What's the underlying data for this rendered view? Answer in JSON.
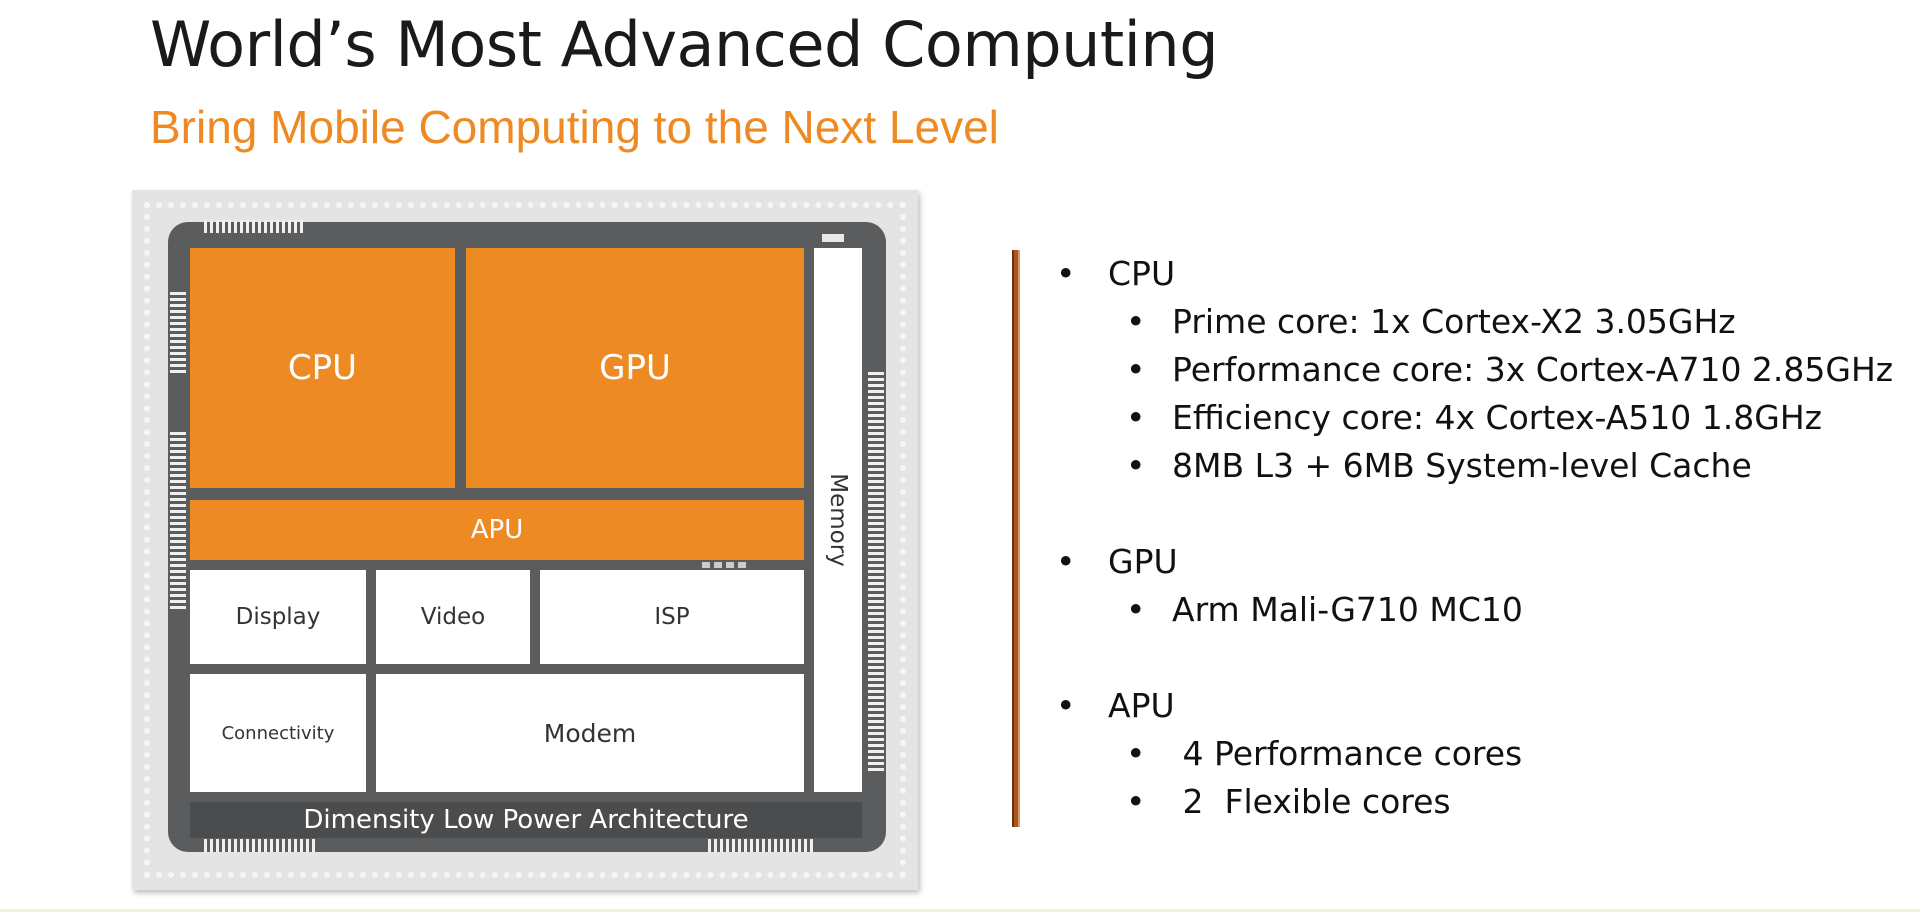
{
  "slide": {
    "title": "World’s Most Advanced Computing",
    "subtitle": "Bring Mobile Computing to the Next Level"
  },
  "diagram": {
    "blocks": {
      "cpu": "CPU",
      "gpu": "GPU",
      "apu": "APU",
      "display": "Display",
      "video": "Video",
      "isp": "ISP",
      "connectivity": "Connectivity",
      "modem": "Modem",
      "memory": "Memory"
    },
    "footer": "Dimensity Low Power Architecture",
    "colors": {
      "accent": "#ee8a24",
      "chip_body": "#5b5c5e",
      "divider": "#a8581f"
    }
  },
  "specs": [
    {
      "heading": "CPU",
      "items": [
        "Prime core: 1x Cortex-X2 3.05GHz",
        "Performance core: 3x Cortex-A710 2.85GHz",
        "Efficiency core: 4x Cortex-A510 1.8GHz",
        "8MB L3 + 6MB System-level Cache"
      ]
    },
    {
      "heading": "GPU",
      "items": [
        "Arm Mali-G710 MC10"
      ]
    },
    {
      "heading": "APU",
      "items": [
        " 4 Performance cores",
        " 2  Flexible cores"
      ]
    }
  ]
}
